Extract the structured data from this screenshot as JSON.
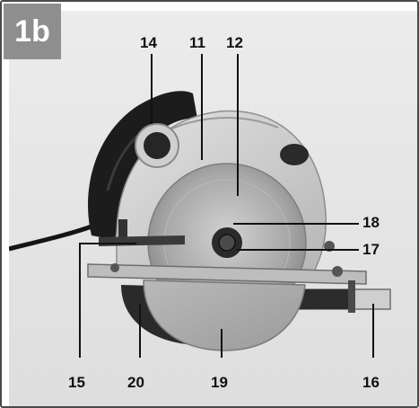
{
  "figure": {
    "badge": "1b",
    "callouts": {
      "c14": "14",
      "c11": "11",
      "c12": "12",
      "c18": "18",
      "c17": "17",
      "c16": "16",
      "c15": "15",
      "c20": "20",
      "c19": "19"
    }
  },
  "colors": {
    "badge_bg": "#8e8e8e",
    "background": "#e7e7e7",
    "tool_body": "#1c1c1c",
    "guard": "#c9c9c9",
    "blade": "#a9a9a9"
  }
}
